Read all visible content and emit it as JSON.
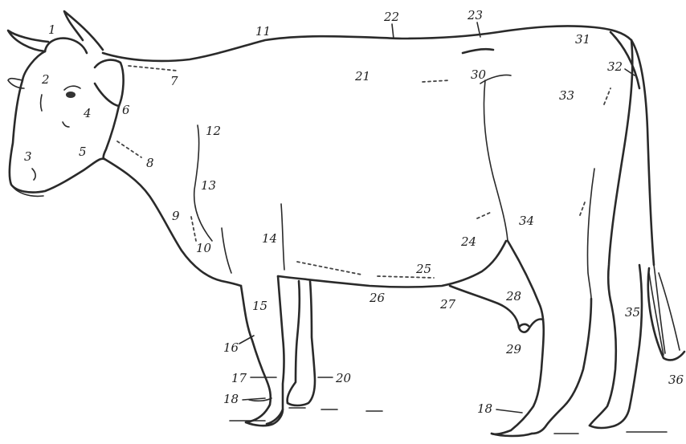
{
  "labels": [
    "1",
    "2",
    "3",
    "4",
    "5",
    "6",
    "7",
    "8",
    "9",
    "10",
    "11",
    "12",
    "13",
    "14",
    "15",
    "16",
    "17",
    "18",
    "20",
    "21",
    "22",
    "23",
    "24",
    "25",
    "26",
    "27",
    "28",
    "29",
    "30",
    "31",
    "32",
    "33",
    "34",
    "35",
    "36"
  ],
  "colors": {
    "ink": "#2a2a2a",
    "background": "#ffffff"
  }
}
